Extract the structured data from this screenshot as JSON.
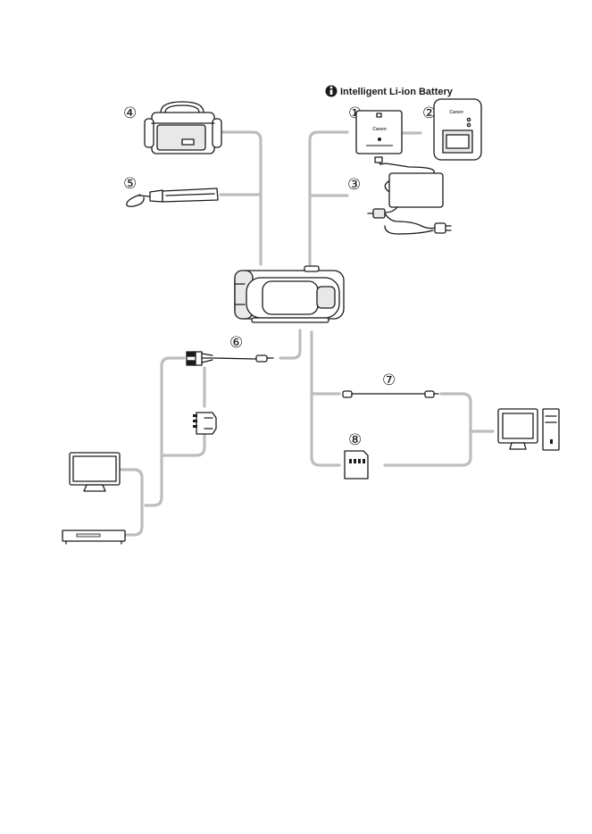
{
  "header": {
    "battery_label": "Intelligent Li-ion Battery"
  },
  "brand": {
    "logo_text": "Canon"
  },
  "items": [
    {
      "id": "battery-pack",
      "number": "①"
    },
    {
      "id": "battery-charger",
      "number": "②"
    },
    {
      "id": "compact-power-adapter",
      "number": "③"
    },
    {
      "id": "soft-case",
      "number": "④"
    },
    {
      "id": "wrist-strap",
      "number": "⑤"
    },
    {
      "id": "stereo-video-cable",
      "number": "⑥"
    },
    {
      "id": "usb-cable",
      "number": "⑦"
    },
    {
      "id": "memory-card",
      "number": "⑧"
    }
  ],
  "devices": [
    "camcorder",
    "tv",
    "vcr",
    "computer",
    "scart-adapter"
  ],
  "colors": {
    "wire": "#bdbdbd",
    "outline": "#1a1a1a",
    "shade": "#e8e8e8"
  }
}
